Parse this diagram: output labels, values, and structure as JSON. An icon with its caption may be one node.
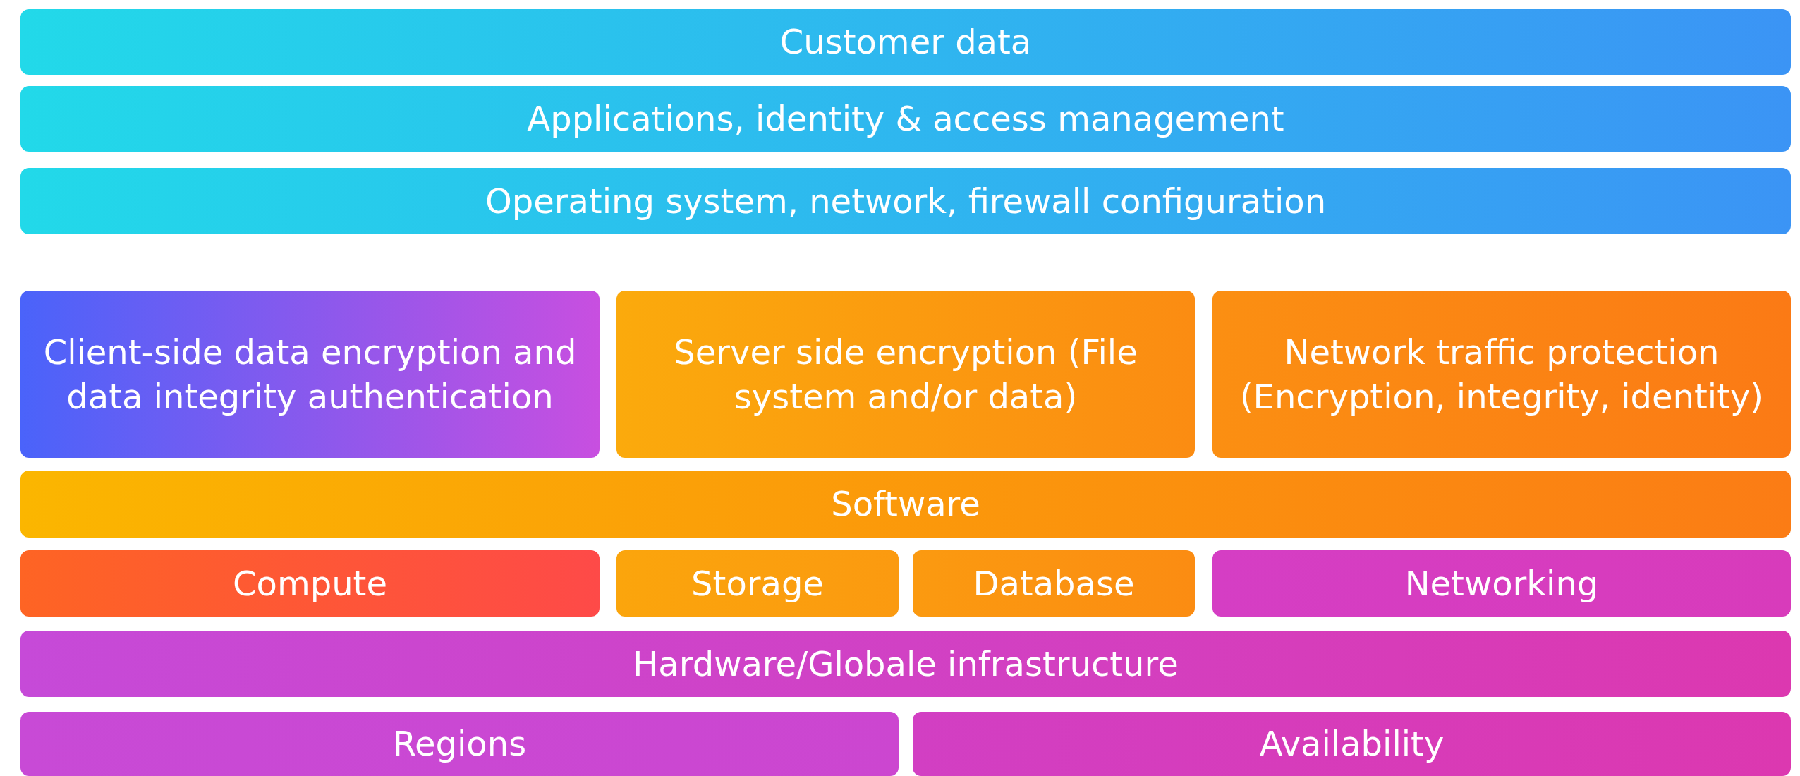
{
  "diagram": {
    "nodes": [
      {
        "text": [
          "Customer data"
        ]
      },
      {
        "text": [
          "Applications, identity & access management"
        ]
      },
      {
        "text": [
          "Operating system, network, firewall configuration"
        ]
      },
      {
        "text": [
          "Client-side data encryption and data integrity authentication"
        ]
      },
      {
        "text": [
          "Server side encryption (File system and/or data)"
        ]
      },
      {
        "text": [
          "Network traffic protection (Encryption, integrity, identity)"
        ]
      },
      {
        "text": [
          "Software"
        ]
      },
      {
        "text": [
          "Compute"
        ]
      },
      {
        "text": [
          "Storage"
        ]
      },
      {
        "text": [
          "Database"
        ]
      },
      {
        "text": [
          "Networking"
        ]
      },
      {
        "text": [
          "Hardware/Globale infrastructure"
        ]
      },
      {
        "text": [
          "Regions"
        ]
      },
      {
        "text": [
          "Availability"
        ]
      }
    ]
  }
}
